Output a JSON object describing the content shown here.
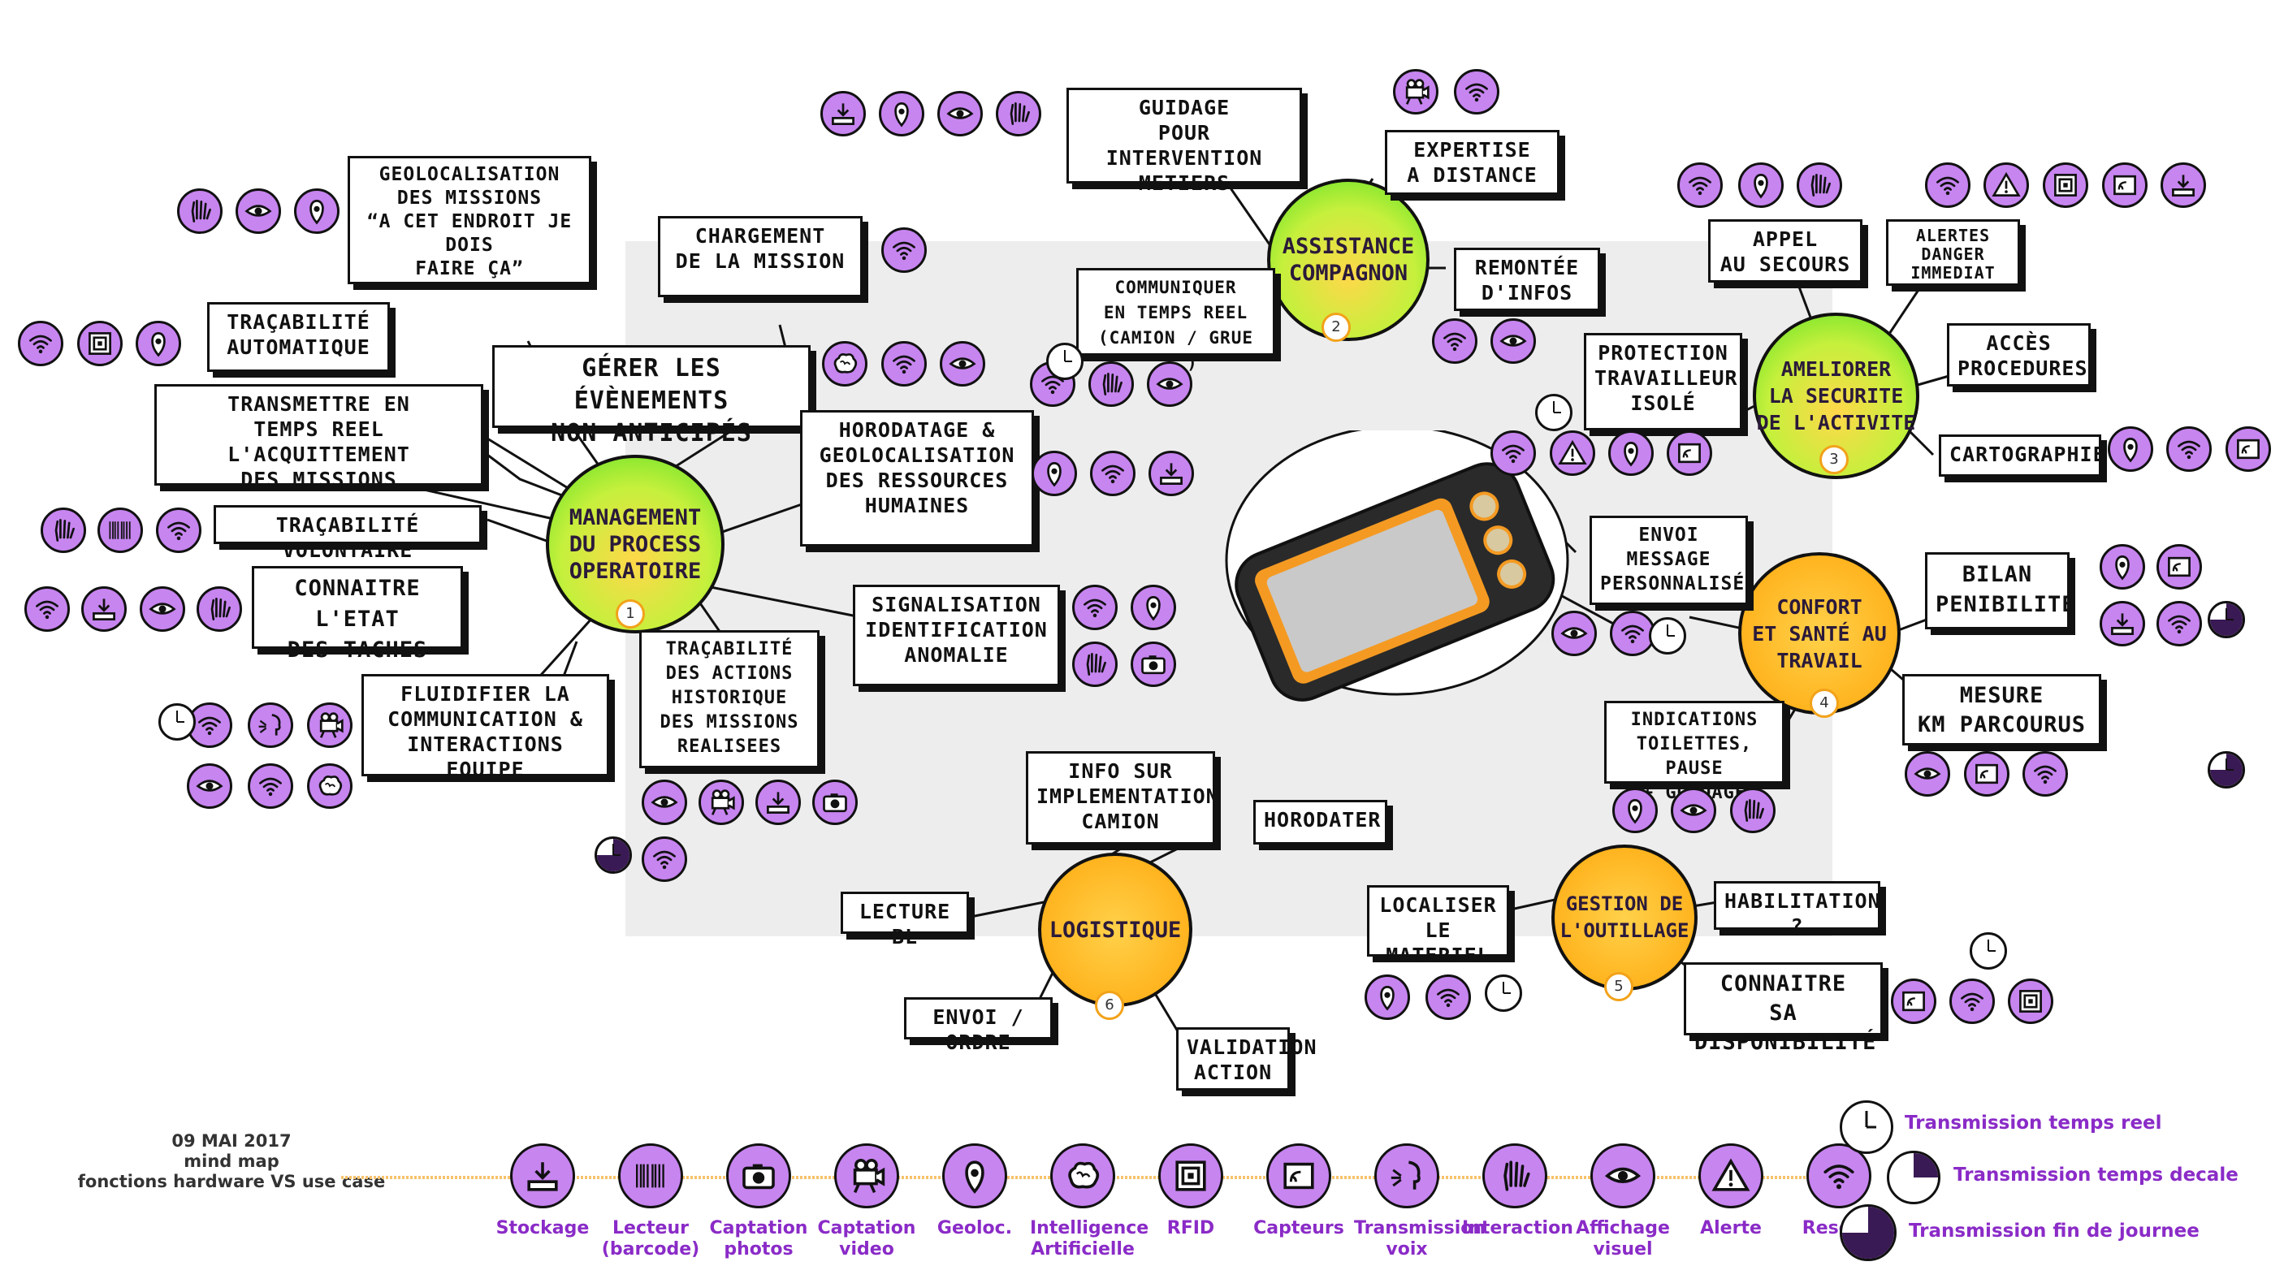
{
  "hubs": [
    {
      "id": "1",
      "label": "Management\ndu process operatoire",
      "number": "1"
    },
    {
      "id": "2",
      "label": "Assistance\ncompagnon",
      "number": "2"
    },
    {
      "id": "3",
      "label": "Ameliorer\nla securite\nde l'activite",
      "number": "3"
    },
    {
      "id": "4",
      "label": "Confort\net santé au\ntravail",
      "number": "4"
    },
    {
      "id": "5",
      "label": "Gestion de\nl'outillage",
      "number": "5"
    },
    {
      "id": "6",
      "label": "Logistique",
      "number": "6"
    }
  ],
  "cards": {
    "geoloc_missions": "Geolocalisation\ndes missions\n“A cet endroit je dois\nfaire ça”",
    "chargement": "Chargement\nde la mission",
    "tracabilite_auto": "Traçabilité\nautomatique",
    "gerer": "Gérer les évènements\nnon anticipés",
    "transmettre": "Transmettre en\ntemps reel l'acquittement\ndes missions",
    "horodatage": "Horodatage &\ngeolocalisation\ndes ressources\nhumaines",
    "tracabilite_vol": "Traçabilité volontaire",
    "connaitre_etat": "Connaitre l'etat\ndes taches",
    "signalisation": "Signalisation\nidentification\nanomalie",
    "tracabilite_actions": "Traçabilité\ndes actions\nhistorique\ndes missions\nrealisees",
    "fluidifier": "Fluidifier la\ncommunication &\ninteractions equipe",
    "guidage": "Guidage\npour intervention\nmetiers",
    "expertise": "Expertise\na distance",
    "communiquer": "Communiquer\nen temps reel\n(camion / grue ...)",
    "remontee": "Remontée\nd'infos",
    "appel": "Appel\nau secours",
    "alertes": "Alertes\ndanger\nimmediat",
    "protection": "Protection\ntravailleur\nisolé",
    "acces": "Accès\nprocedures",
    "cartographie": "Cartographie",
    "envoi_message": "Envoi\nmessage\npersonnalisé",
    "bilan": "Bilan\npenibilité",
    "mesure": "Mesure\nkm parcourus",
    "indications": "Indications\ntoilettes, pause\n+ guidage",
    "info_implementation": "Info sur\nimplementation\ncamion",
    "horodater": "Horodater",
    "lecture_bl": "Lecture BL",
    "envoi_ordre": "Envoi / ordre",
    "validation": "Validation\naction",
    "localiser": "Localiser\nle materiel",
    "habilitation": "Habilitation ?",
    "connaitre_dispo": "Connaitre\nsa disponibilité"
  },
  "footer": {
    "date": "09 MAI 2017",
    "line2": "mind map",
    "line3": "fonctions hardware VS use case"
  },
  "legend": {
    "items": [
      {
        "icon": "storage-icon",
        "label": "Stockage"
      },
      {
        "icon": "barcode-icon",
        "label": "Lecteur\n(barcode)"
      },
      {
        "icon": "camera-icon",
        "label": "Captation\nphotos"
      },
      {
        "icon": "video-camera-icon",
        "label": "Captation\nvideo"
      },
      {
        "icon": "location-pin-icon",
        "label": "Geoloc."
      },
      {
        "icon": "brain-icon",
        "label": "Intelligence\nArtificielle"
      },
      {
        "icon": "rfid-icon",
        "label": "RFID"
      },
      {
        "icon": "sensor-icon",
        "label": "Capteurs"
      },
      {
        "icon": "voice-icon",
        "label": "Transmission\nvoix"
      },
      {
        "icon": "hand-interaction-icon",
        "label": "Interaction"
      },
      {
        "icon": "eye-icon",
        "label": "Affichage\nvisuel"
      },
      {
        "icon": "alert-triangle-icon",
        "label": "Alerte"
      },
      {
        "icon": "wifi-icon",
        "label": "Reseau"
      }
    ],
    "transmission": [
      {
        "label": "Transmission temps reel",
        "fill": 0.0
      },
      {
        "label": "Transmission temps decale",
        "fill": 0.25
      },
      {
        "label": "Transmission fin de journee",
        "fill": 0.75
      }
    ]
  },
  "colors": {
    "icon_fill": "#c785f0",
    "legend_text": "#8a2bc7",
    "hub_green": "#8ee830",
    "hub_orange": "#ffb41f"
  }
}
